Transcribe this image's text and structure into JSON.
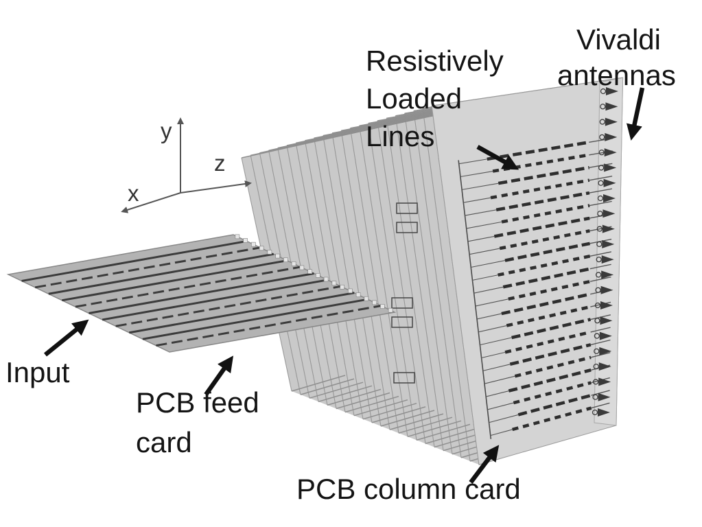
{
  "figure": {
    "type": "3d-antenna-array-model",
    "card_count": 22,
    "resistive_row_count": 22,
    "antenna_count": 22,
    "feed_trace_count": 11,
    "colors": {
      "background": "#ffffff",
      "card_face": "#c9c9c9",
      "front_face": "#d4d4d4",
      "antenna_band": "#dadada",
      "feed_card": "#b3b3b3",
      "card_edge": "#8f8f8f",
      "trace": "#2e2e2e",
      "label_text": "#141414",
      "arrow": "#111111"
    }
  },
  "axes": {
    "x": "x",
    "y": "y",
    "z": "z"
  },
  "labels": {
    "resistively_loaded_lines": {
      "lines": [
        "Resistively",
        "Loaded",
        "Lines"
      ]
    },
    "vivaldi_antennas": {
      "lines": [
        "Vivaldi",
        "antennas"
      ]
    },
    "input": {
      "text": "Input"
    },
    "pcb_feed_card": {
      "lines": [
        "PCB feed",
        "card"
      ]
    },
    "pcb_column_card": {
      "text": "PCB column card"
    }
  }
}
